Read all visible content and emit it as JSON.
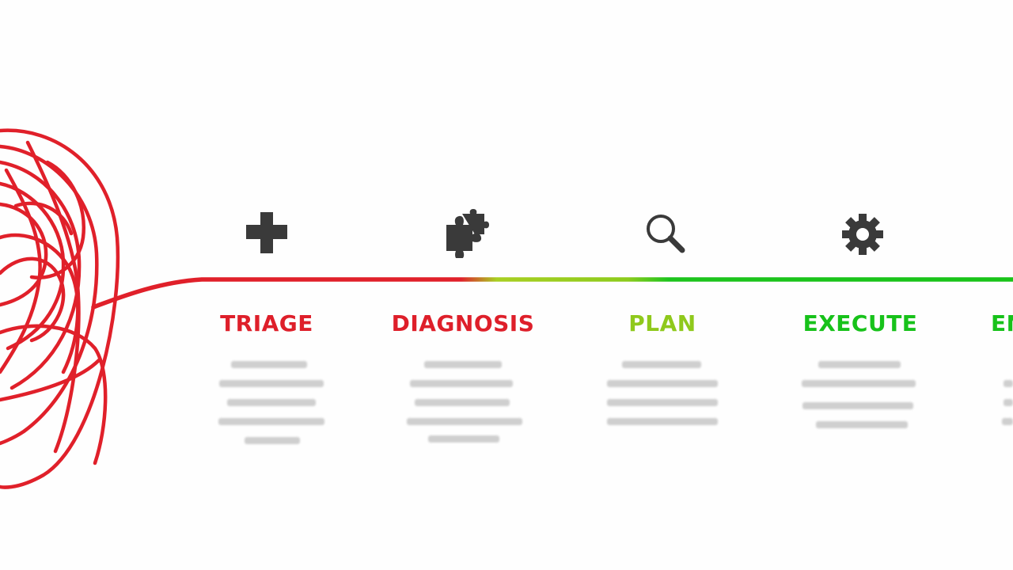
{
  "colors": {
    "red": "#e0202a",
    "yellow_green": "#9ccc1e",
    "green": "#19c419",
    "icon": "#3a3a3a",
    "description_text": "#c9c9c9"
  },
  "steps": [
    {
      "title": "TRIAGE",
      "icon": "plus-icon",
      "color": "#de1f2a",
      "description": [
        "",
        "",
        "",
        "",
        ""
      ]
    },
    {
      "title": "DIAGNOSIS",
      "icon": "puzzle-icon",
      "color": "#de1f2a",
      "description": [
        "",
        "",
        "",
        "",
        ""
      ]
    },
    {
      "title": "PLAN",
      "icon": "magnifier-icon",
      "color": "#8fc91c",
      "description": [
        "",
        "",
        "",
        ""
      ]
    },
    {
      "title": "EXECUTE",
      "icon": "gear-icon",
      "color": "#17c21a",
      "description": [
        "",
        "",
        "",
        ""
      ]
    },
    {
      "title": "EN",
      "icon": "",
      "color": "#17c21a",
      "description": [
        "",
        "",
        "",
        ""
      ]
    }
  ]
}
